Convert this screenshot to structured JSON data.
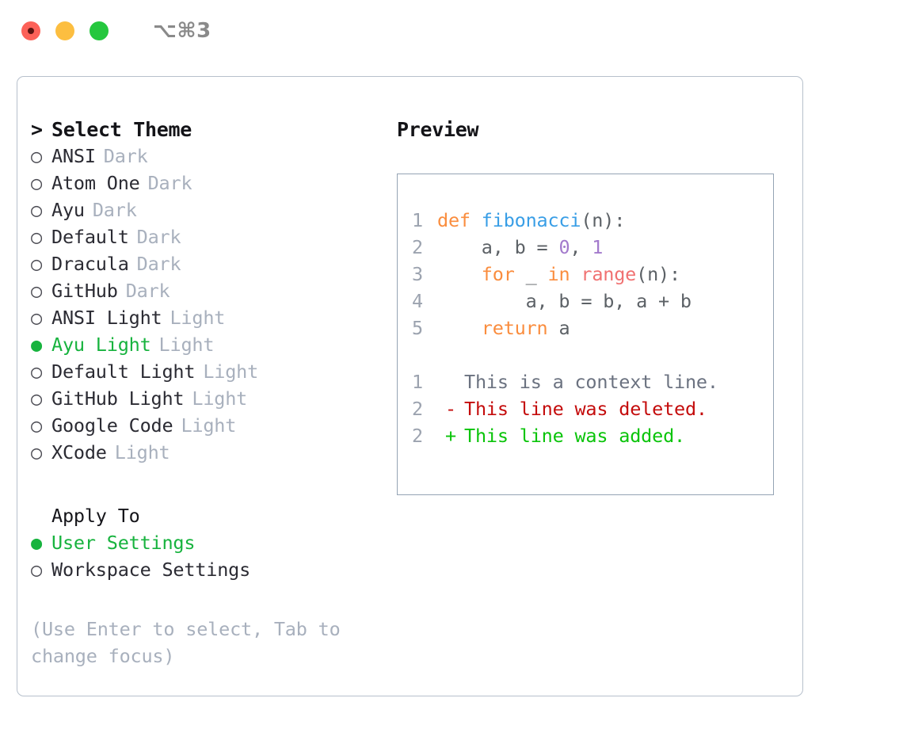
{
  "titlebar": {
    "shortcut": "⌥⌘3",
    "lights": [
      "close",
      "minimize",
      "zoom"
    ]
  },
  "left": {
    "header": {
      "marker": ">",
      "label": "Select Theme"
    },
    "themes": [
      {
        "marker": "○",
        "name": "ANSI",
        "badge": "Dark",
        "selected": false
      },
      {
        "marker": "○",
        "name": "Atom One",
        "badge": "Dark",
        "selected": false
      },
      {
        "marker": "○",
        "name": "Ayu",
        "badge": "Dark",
        "selected": false
      },
      {
        "marker": "○",
        "name": "Default",
        "badge": "Dark",
        "selected": false
      },
      {
        "marker": "○",
        "name": "Dracula",
        "badge": "Dark",
        "selected": false
      },
      {
        "marker": "○",
        "name": "GitHub",
        "badge": "Dark",
        "selected": false
      },
      {
        "marker": "○",
        "name": "ANSI Light",
        "badge": "Light",
        "selected": false
      },
      {
        "marker": "●",
        "name": "Ayu Light",
        "badge": "Light",
        "selected": true
      },
      {
        "marker": "○",
        "name": "Default Light",
        "badge": "Light",
        "selected": false
      },
      {
        "marker": "○",
        "name": "GitHub Light",
        "badge": "Light",
        "selected": false
      },
      {
        "marker": "○",
        "name": "Google Code",
        "badge": "Light",
        "selected": false
      },
      {
        "marker": "○",
        "name": "XCode",
        "badge": "Light",
        "selected": false
      }
    ],
    "apply_to": {
      "heading": "Apply To",
      "options": [
        {
          "marker": "●",
          "label": "User Settings",
          "selected": true
        },
        {
          "marker": "○",
          "label": "Workspace Settings",
          "selected": false
        }
      ]
    },
    "hint": "(Use Enter to select, Tab to change focus)"
  },
  "right": {
    "heading": "Preview",
    "code": [
      {
        "lineno": "1",
        "tokens": [
          {
            "text": "def ",
            "cls": "tok-kw"
          },
          {
            "text": "fibonacci",
            "cls": "tok-fn"
          },
          {
            "text": "(n):",
            "cls": "tok-plain"
          }
        ]
      },
      {
        "lineno": "2",
        "tokens": [
          {
            "text": "    a, b = ",
            "cls": "tok-plain"
          },
          {
            "text": "0",
            "cls": "tok-num"
          },
          {
            "text": ", ",
            "cls": "tok-plain"
          },
          {
            "text": "1",
            "cls": "tok-num"
          }
        ]
      },
      {
        "lineno": "3",
        "tokens": [
          {
            "text": "    ",
            "cls": "tok-plain"
          },
          {
            "text": "for",
            "cls": "tok-kw"
          },
          {
            "text": " _ ",
            "cls": "tok-plain"
          },
          {
            "text": "in",
            "cls": "tok-kw"
          },
          {
            "text": " ",
            "cls": "tok-plain"
          },
          {
            "text": "range",
            "cls": "tok-builtin"
          },
          {
            "text": "(n):",
            "cls": "tok-plain"
          }
        ]
      },
      {
        "lineno": "4",
        "tokens": [
          {
            "text": "        a, b = b, a + b",
            "cls": "tok-plain"
          }
        ]
      },
      {
        "lineno": "5",
        "tokens": [
          {
            "text": "    ",
            "cls": "tok-plain"
          },
          {
            "text": "return",
            "cls": "tok-kw"
          },
          {
            "text": " a",
            "cls": "tok-plain"
          }
        ]
      }
    ],
    "diff": [
      {
        "lineno": "1",
        "mark": "",
        "text": "This is a context line.",
        "kind": "diff-ctx"
      },
      {
        "lineno": "2",
        "mark": "-",
        "text": "This line was deleted.",
        "kind": "diff-del"
      },
      {
        "lineno": "2",
        "mark": "+",
        "text": "This line was added.",
        "kind": "diff-add"
      }
    ]
  },
  "colors": {
    "accent_green": "#17b33e",
    "badge_gray": "#a8b0bd",
    "border": "#b7c0cc",
    "panel_border": "#94a3b4",
    "keyword": "#fa8d3e",
    "function": "#399ee6",
    "number": "#a37acc",
    "builtin": "#f07171",
    "diff_added": "#0ac40a",
    "diff_deleted": "#c40c0c"
  }
}
